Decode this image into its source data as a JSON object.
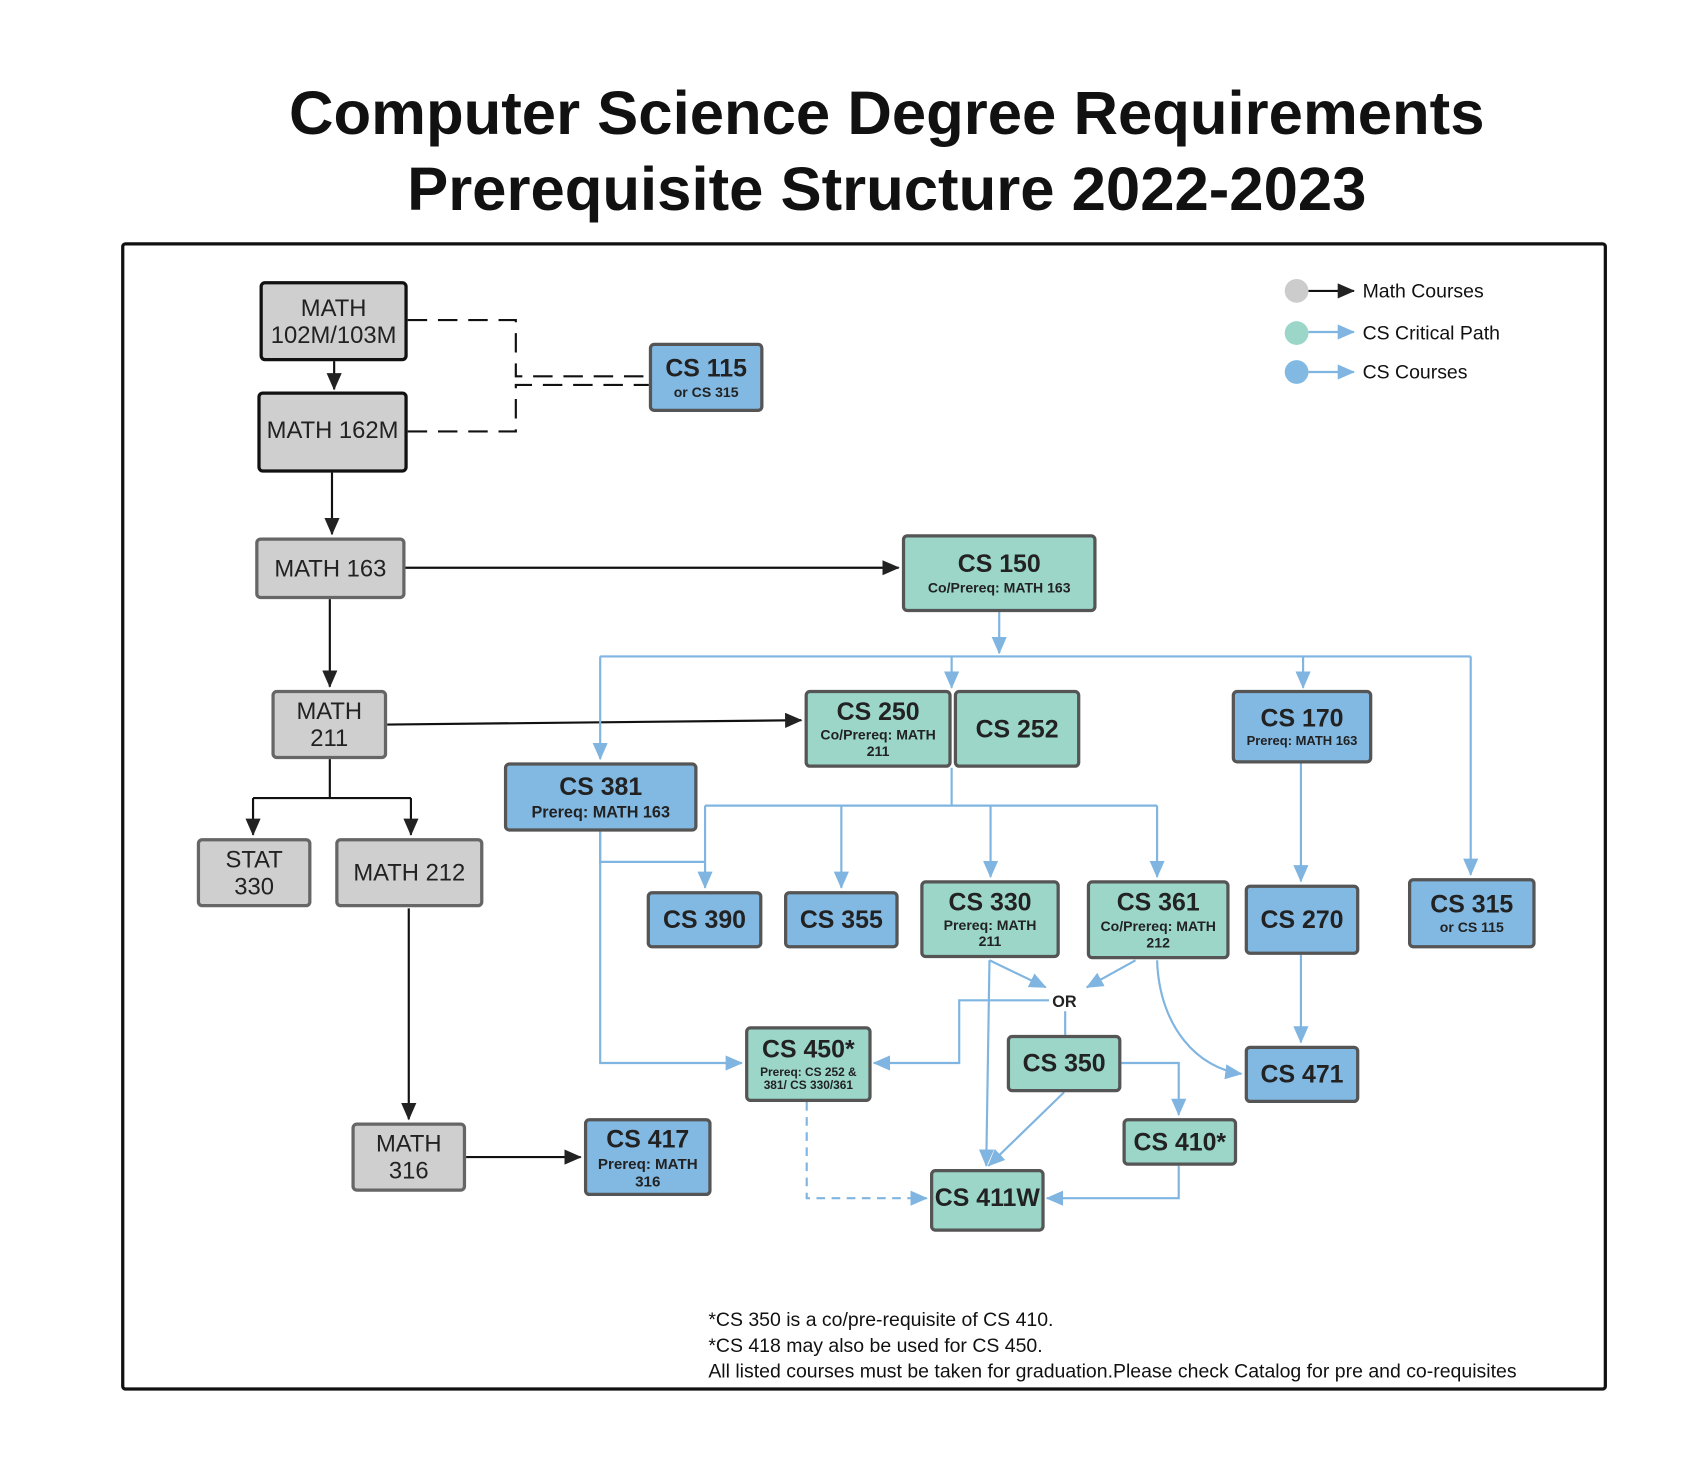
{
  "title": {
    "line1": "Computer Science Degree Requirements",
    "line2": "Prerequisite Structure 2022-2023"
  },
  "legend": [
    {
      "label": "Math Courses",
      "color": "#cccccc"
    },
    {
      "label": "CS Critical Path",
      "color": "#9bd6c9"
    },
    {
      "label": "CS Courses",
      "color": "#82b9e3"
    }
  ],
  "nodes": {
    "math102": {
      "title": "MATH 102M/103M"
    },
    "math162": {
      "title": "MATH 162M"
    },
    "math163": {
      "title": "MATH 163"
    },
    "math211": {
      "title": "MATH 211"
    },
    "stat330": {
      "title": "STAT 330"
    },
    "math212": {
      "title": "MATH 212"
    },
    "math316": {
      "title": "MATH 316"
    },
    "cs115": {
      "title": "CS 115",
      "sub": "or CS 315"
    },
    "cs150": {
      "title": "CS 150",
      "sub": "Co/Prereq: MATH 163"
    },
    "cs250": {
      "title": "CS 250",
      "sub": "Co/Prereq: MATH 211"
    },
    "cs252": {
      "title": "CS 252"
    },
    "cs170": {
      "title": "CS 170",
      "sub": "Prereq: MATH 163"
    },
    "cs381": {
      "title": "CS 381",
      "sub": "Prereq: MATH 163"
    },
    "cs390": {
      "title": "CS 390"
    },
    "cs355": {
      "title": "CS 355"
    },
    "cs330": {
      "title": "CS 330",
      "sub": "Prereq: MATH 211"
    },
    "cs361": {
      "title": "CS 361",
      "sub": "Co/Prereq: MATH 212"
    },
    "cs270": {
      "title": "CS 270"
    },
    "cs315": {
      "title": "CS 315",
      "sub": "or CS 115"
    },
    "cs450": {
      "title": "CS 450*",
      "sub": "Prereq: CS 252 & 381/ CS 330/361"
    },
    "cs350": {
      "title": "CS 350"
    },
    "cs471": {
      "title": "CS 471"
    },
    "cs417": {
      "title": "CS 417",
      "sub": "Prereq: MATH 316"
    },
    "cs410": {
      "title": "CS 410*"
    },
    "cs411": {
      "title": "CS 411W"
    }
  },
  "or_label": "OR",
  "notes": [
    "*CS 350 is a co/pre-requisite of CS 410.",
    "*CS 418 may also be used  for CS 450.",
    "All listed courses must be taken for graduation.Please check Catalog for pre and co-requisites"
  ],
  "colors": {
    "math_fill": "#cfcfcf",
    "critical_fill": "#9bd6c9",
    "cs_fill": "#82b9e3",
    "cs_line": "#7fb5e0",
    "math_line": "#111111"
  }
}
